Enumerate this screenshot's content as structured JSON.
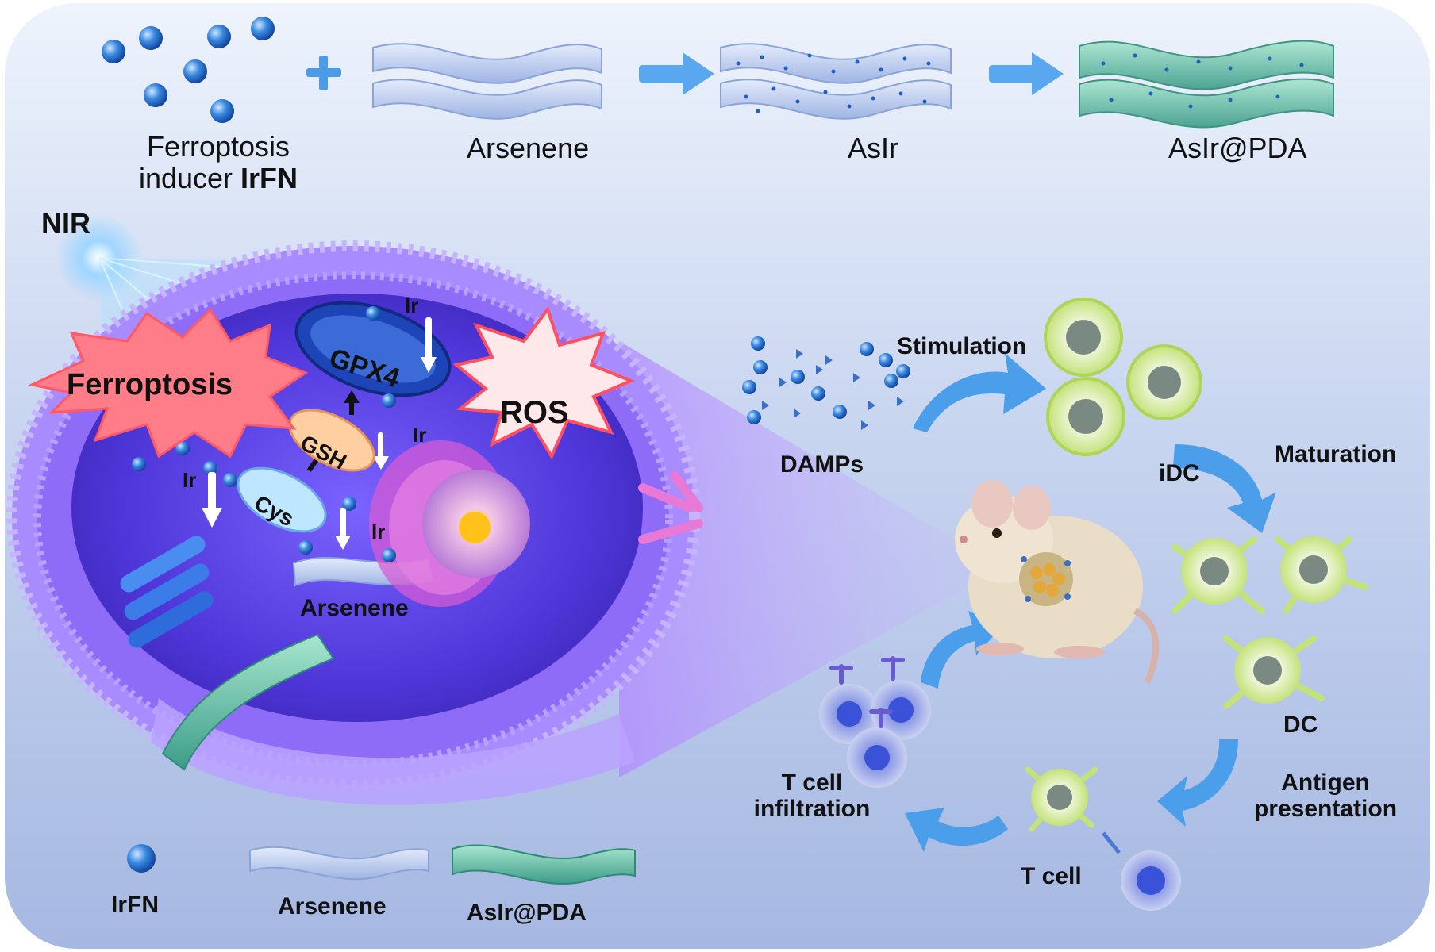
{
  "top_row": {
    "irfn_line1": "Ferroptosis",
    "irfn_line2_prefix": "inducer ",
    "irfn_line2_bold": "IrFN",
    "plus": "+",
    "arsenene": "Arsenene",
    "asir": "AsIr",
    "asir_pda": "AsIr@PDA"
  },
  "cell": {
    "nir": "NIR",
    "ferroptosis": "Ferroptosis",
    "ros": "ROS",
    "gpx4": "GPX4",
    "gsh": "GSH",
    "cys": "Cys",
    "ir_labels": [
      "Ir",
      "Ir",
      "Ir",
      "Ir"
    ],
    "arsenene": "Arsenene"
  },
  "immune": {
    "damps": "DAMPs",
    "stimulation": "Stimulation",
    "idc": "iDC",
    "maturation": "Maturation",
    "dc": "DC",
    "antigen_line1": "Antigen",
    "antigen_line2": "presentation",
    "t_cell": "T cell",
    "infiltration_line1": "T cell",
    "infiltration_line2": "infiltration"
  },
  "legend": {
    "irfn": "IrFN",
    "arsenene": "Arsenene",
    "asir_pda": "AsIr@PDA"
  },
  "colors": {
    "panel_top": "#eaf0fb",
    "panel_bottom": "#a9bbe3",
    "membrane": "#8f6bff",
    "cell_interior": "#5b3fe0",
    "arrow_blue": "#3a8fe8",
    "dc_green": "#d8efa0",
    "star_fill": "#ff7a86",
    "nanoparticle": "#2f7fd8"
  }
}
